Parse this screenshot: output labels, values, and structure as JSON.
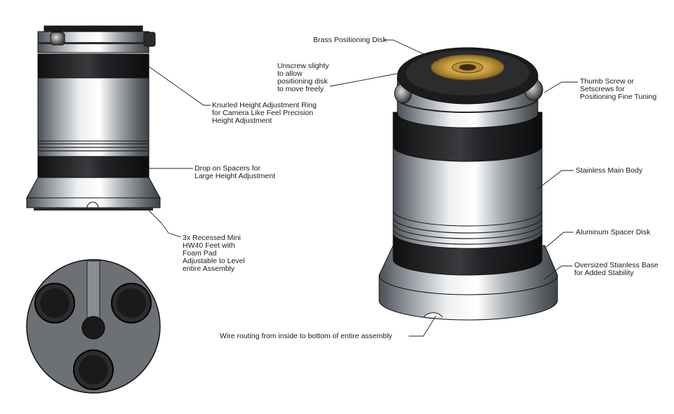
{
  "labels": {
    "knurled_ring": "Knurled Height Adjustment Ring\nfor Camera Like Feel Precision\nHeight Adjustment",
    "drop_spacers": "Drop on Spacers for\nLarge Height Adjustment",
    "recessed_feet": "3x Recessed Mini\nHW40 Feet with\nFoam Pad\nAdjustable to Level\nentire Assembly",
    "brass_disk": "Brass Positioning Disk",
    "unscrew_note": "Unscrew slighty\nto allow\npositioning disk\nto move freely",
    "thumb_screw": "Thumb Screw or\nSetscrews for\nPositioning Fine Tuning",
    "main_body": "Stainless Main Body",
    "spacer_disk": "Aluminum Spacer Disk",
    "oversized_base": "Oversized Stianless Base\nfor Added Stability",
    "wire_routing": "Wire routing from inside to bottom of entire assembly"
  },
  "colors": {
    "steel_dark": "#555a60",
    "steel_light": "#f2f3f4",
    "black_band": "#1c1c1e",
    "brass": "#c8a24a",
    "base_gray": "#6d7074",
    "outline": "#111111"
  }
}
